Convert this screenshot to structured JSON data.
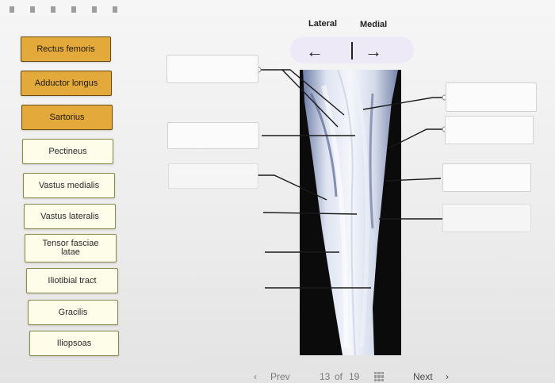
{
  "terms": [
    {
      "label": "Rectus femoris",
      "active": true
    },
    {
      "label": "Adductor longus",
      "active": true
    },
    {
      "label": "Sartorius",
      "active": true
    },
    {
      "label": "Pectineus",
      "active": false
    },
    {
      "label": "Vastus medialis",
      "active": false
    },
    {
      "label": "Vastus lateralis",
      "active": false
    },
    {
      "label": "Tensor fasciae latae",
      "active": false
    },
    {
      "label": "Iliotibial tract",
      "active": false
    },
    {
      "label": "Gracilis",
      "active": false
    },
    {
      "label": "Iliopsoas",
      "active": false
    }
  ],
  "direction": {
    "lateral_label": "Lateral",
    "medial_label": "Medial",
    "left_arrow": "←",
    "right_arrow": "→"
  },
  "navigation": {
    "prev_label": "Prev",
    "prev_chevron": "‹",
    "page_current": "13",
    "page_separator": "of",
    "page_total": "19",
    "next_label": "Next",
    "next_chevron": "›",
    "grid_icon": "grid-icon"
  },
  "colors": {
    "term_active": "#e3a93a",
    "term_idle": "#fdfde9",
    "direction_pill": "#ede9f7"
  }
}
